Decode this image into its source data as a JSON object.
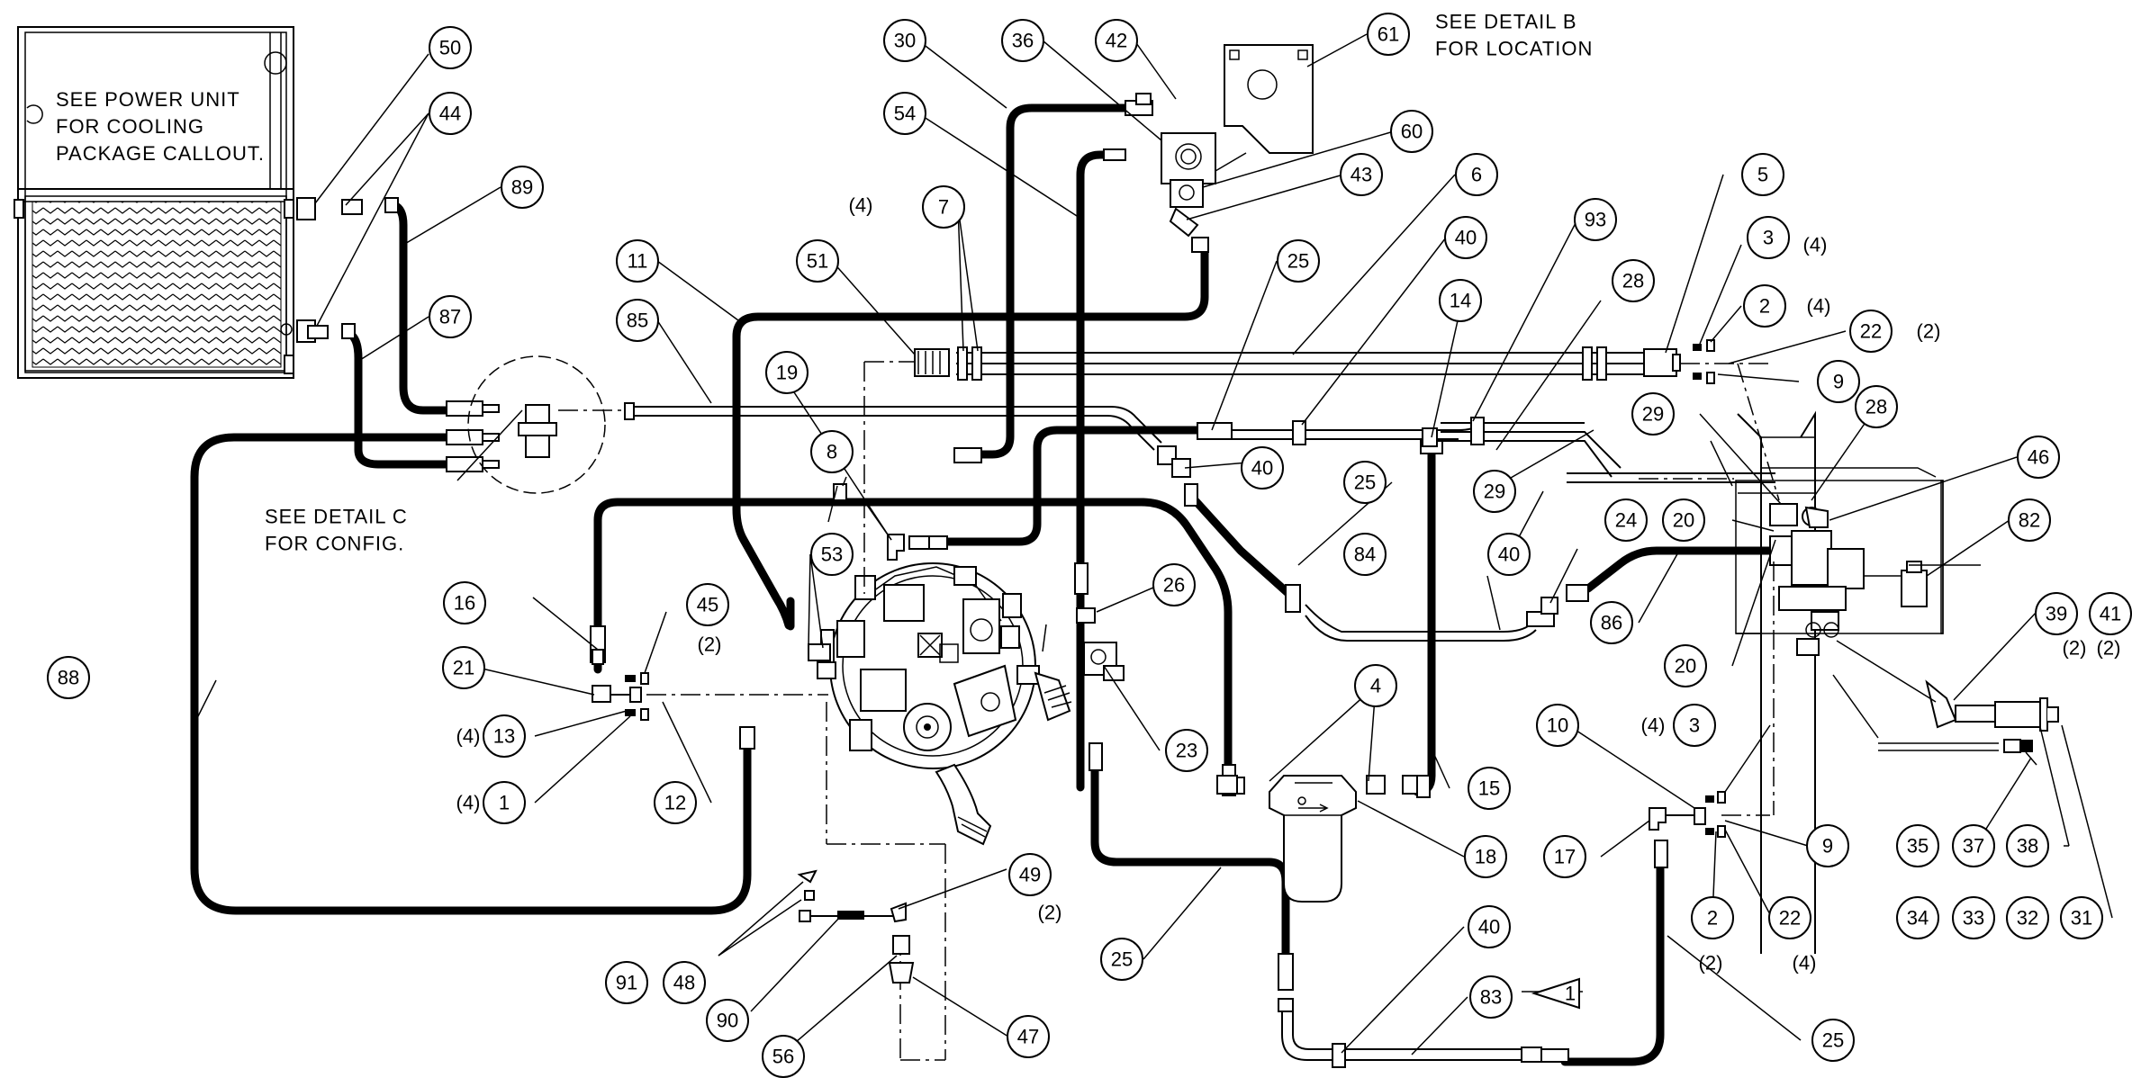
{
  "notes": {
    "cooling": [
      "SEE POWER UNIT",
      "FOR COOLING",
      "PACKAGE CALLOUT."
    ],
    "detail_b": [
      "SEE DETAIL B",
      "FOR LOCATION"
    ],
    "detail_c": [
      "SEE DETAIL C",
      "FOR CONFIG."
    ]
  },
  "balloons": [
    {
      "n": "50"
    },
    {
      "n": "44"
    },
    {
      "n": "89"
    },
    {
      "n": "87"
    },
    {
      "n": "30"
    },
    {
      "n": "36"
    },
    {
      "n": "42"
    },
    {
      "n": "61"
    },
    {
      "n": "54"
    },
    {
      "n": "60"
    },
    {
      "n": "43"
    },
    {
      "n": "6"
    },
    {
      "n": "7"
    },
    {
      "n": "51"
    },
    {
      "n": "11"
    },
    {
      "n": "85"
    },
    {
      "n": "25"
    },
    {
      "n": "40"
    },
    {
      "n": "93"
    },
    {
      "n": "5"
    },
    {
      "n": "3"
    },
    {
      "n": "2"
    },
    {
      "n": "22"
    },
    {
      "n": "9"
    },
    {
      "n": "14"
    },
    {
      "n": "28"
    },
    {
      "n": "19"
    },
    {
      "n": "8"
    },
    {
      "n": "40"
    },
    {
      "n": "25"
    },
    {
      "n": "29"
    },
    {
      "n": "29"
    },
    {
      "n": "28"
    },
    {
      "n": "46"
    },
    {
      "n": "24"
    },
    {
      "n": "20"
    },
    {
      "n": "82"
    },
    {
      "n": "53"
    },
    {
      "n": "16"
    },
    {
      "n": "45"
    },
    {
      "n": "26"
    },
    {
      "n": "84"
    },
    {
      "n": "40"
    },
    {
      "n": "86"
    },
    {
      "n": "20"
    },
    {
      "n": "39"
    },
    {
      "n": "41"
    },
    {
      "n": "21"
    },
    {
      "n": "88"
    },
    {
      "n": "13"
    },
    {
      "n": "1"
    },
    {
      "n": "12"
    },
    {
      "n": "23"
    },
    {
      "n": "4"
    },
    {
      "n": "15"
    },
    {
      "n": "10"
    },
    {
      "n": "3"
    },
    {
      "n": "18"
    },
    {
      "n": "17"
    },
    {
      "n": "9"
    },
    {
      "n": "35"
    },
    {
      "n": "37"
    },
    {
      "n": "38"
    },
    {
      "n": "49"
    },
    {
      "n": "2"
    },
    {
      "n": "22"
    },
    {
      "n": "34"
    },
    {
      "n": "33"
    },
    {
      "n": "32"
    },
    {
      "n": "31"
    },
    {
      "n": "25"
    },
    {
      "n": "40"
    },
    {
      "n": "91"
    },
    {
      "n": "48"
    },
    {
      "n": "90"
    },
    {
      "n": "83"
    },
    {
      "n": "56"
    },
    {
      "n": "47"
    },
    {
      "n": "25"
    }
  ],
  "qty": [
    {
      "t": "(4)"
    },
    {
      "t": "(4)"
    },
    {
      "t": "(4)"
    },
    {
      "t": "(2)"
    },
    {
      "t": "(2)"
    },
    {
      "t": "(4)"
    },
    {
      "t": "(4)"
    },
    {
      "t": "(2)"
    },
    {
      "t": "(2)"
    },
    {
      "t": "(2)"
    },
    {
      "t": "(4)"
    },
    {
      "t": "(4)"
    },
    {
      "t": "(2)"
    }
  ],
  "flag": "1"
}
